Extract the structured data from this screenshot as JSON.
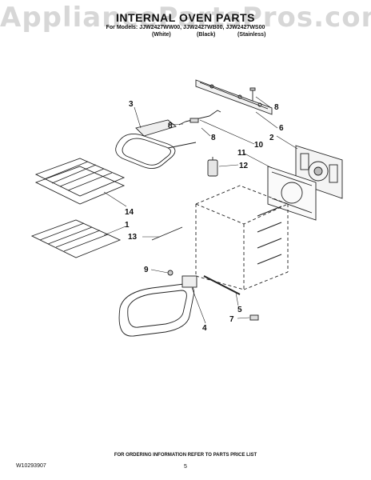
{
  "watermark": "AppliancePartsPros.com",
  "title": "INTERNAL OVEN PARTS",
  "models": "For Models: JJW2427WW00, JJW2427WB00, JJW2427WS00",
  "finishes": [
    "(White)",
    "(Black)",
    "(Stainless)"
  ],
  "callouts": [
    "1",
    "2",
    "3",
    "4",
    "5",
    "6",
    "7",
    "8",
    "8",
    "8",
    "9",
    "10",
    "11",
    "12",
    "13",
    "14"
  ],
  "footer": "FOR ORDERING INFORMATION REFER TO PARTS PRICE LIST",
  "page_number": "5",
  "doc_number": "W10293907"
}
